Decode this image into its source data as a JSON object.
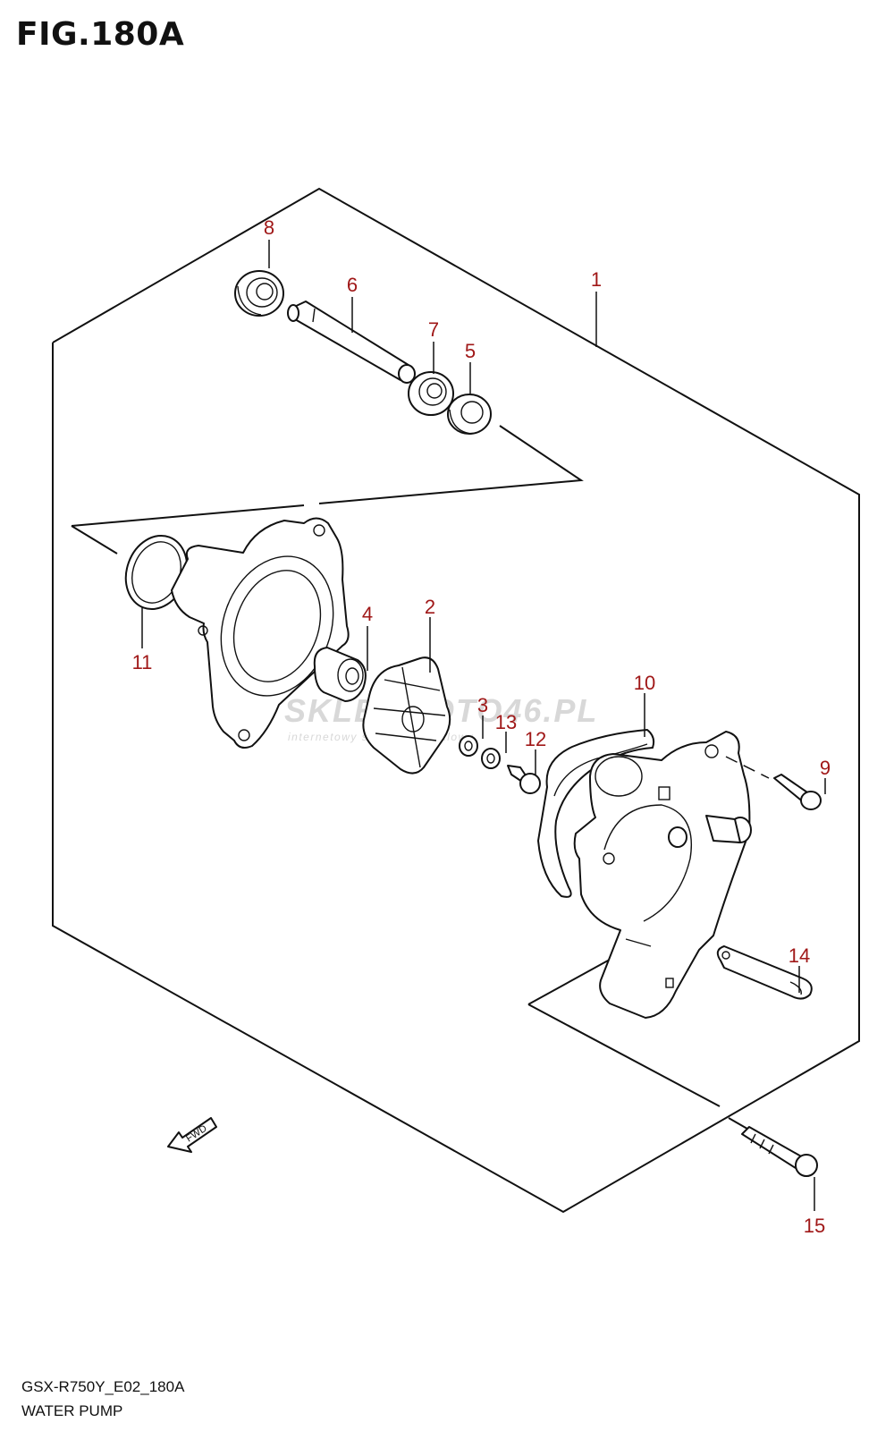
{
  "figure": {
    "title": "FIG.180A"
  },
  "callouts": [
    {
      "id": "1",
      "label": "1"
    },
    {
      "id": "2",
      "label": "2"
    },
    {
      "id": "3",
      "label": "3"
    },
    {
      "id": "4",
      "label": "4"
    },
    {
      "id": "5",
      "label": "5"
    },
    {
      "id": "6",
      "label": "6"
    },
    {
      "id": "7",
      "label": "7"
    },
    {
      "id": "8",
      "label": "8"
    },
    {
      "id": "9",
      "label": "9"
    },
    {
      "id": "10",
      "label": "10"
    },
    {
      "id": "11",
      "label": "11"
    },
    {
      "id": "12",
      "label": "12"
    },
    {
      "id": "13",
      "label": "13"
    },
    {
      "id": "14",
      "label": "14"
    },
    {
      "id": "15",
      "label": "15"
    }
  ],
  "watermark": {
    "brand": "SKLEPMOTO46.PL",
    "tagline": "internetowy sklep motocyklowy"
  },
  "direction_marker": {
    "label": "FWD"
  },
  "footer": {
    "code": "GSX-R750Y_E02_180A",
    "name": "WATER PUMP"
  },
  "colors": {
    "callout": "#a01818",
    "lines": "#111111",
    "watermark": "#d8d8d8"
  }
}
